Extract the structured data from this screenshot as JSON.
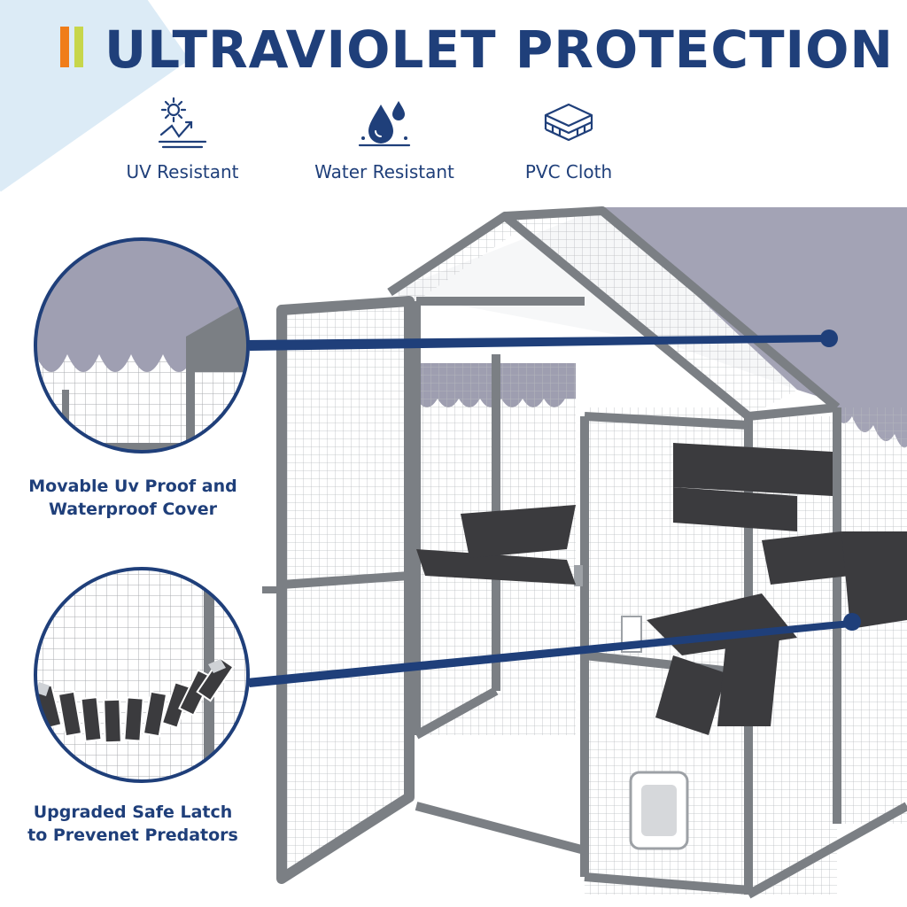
{
  "headline": "ULTRAVIOLET PROTECTION",
  "features": [
    {
      "label": "UV Resistant",
      "icon": "uv-sun-icon"
    },
    {
      "label": "Water Resistant",
      "icon": "water-drops-icon"
    },
    {
      "label": "PVC Cloth",
      "icon": "layered-cloth-icon"
    }
  ],
  "callouts": [
    {
      "line1": "Movable Uv Proof and",
      "line2": "Waterproof Cover"
    },
    {
      "line1": "Upgraded Safe Latch",
      "line2": "to Prevenet Predators"
    }
  ],
  "colors": {
    "primary": "#1f3f7a",
    "accent_orange": "#f07d1a",
    "accent_green": "#c7d64b",
    "frame_gray": "#7b7f84",
    "cover_gray": "#9a9aab",
    "wood_dark": "#3b3b3e",
    "background_stripe": "#dcebf6"
  }
}
